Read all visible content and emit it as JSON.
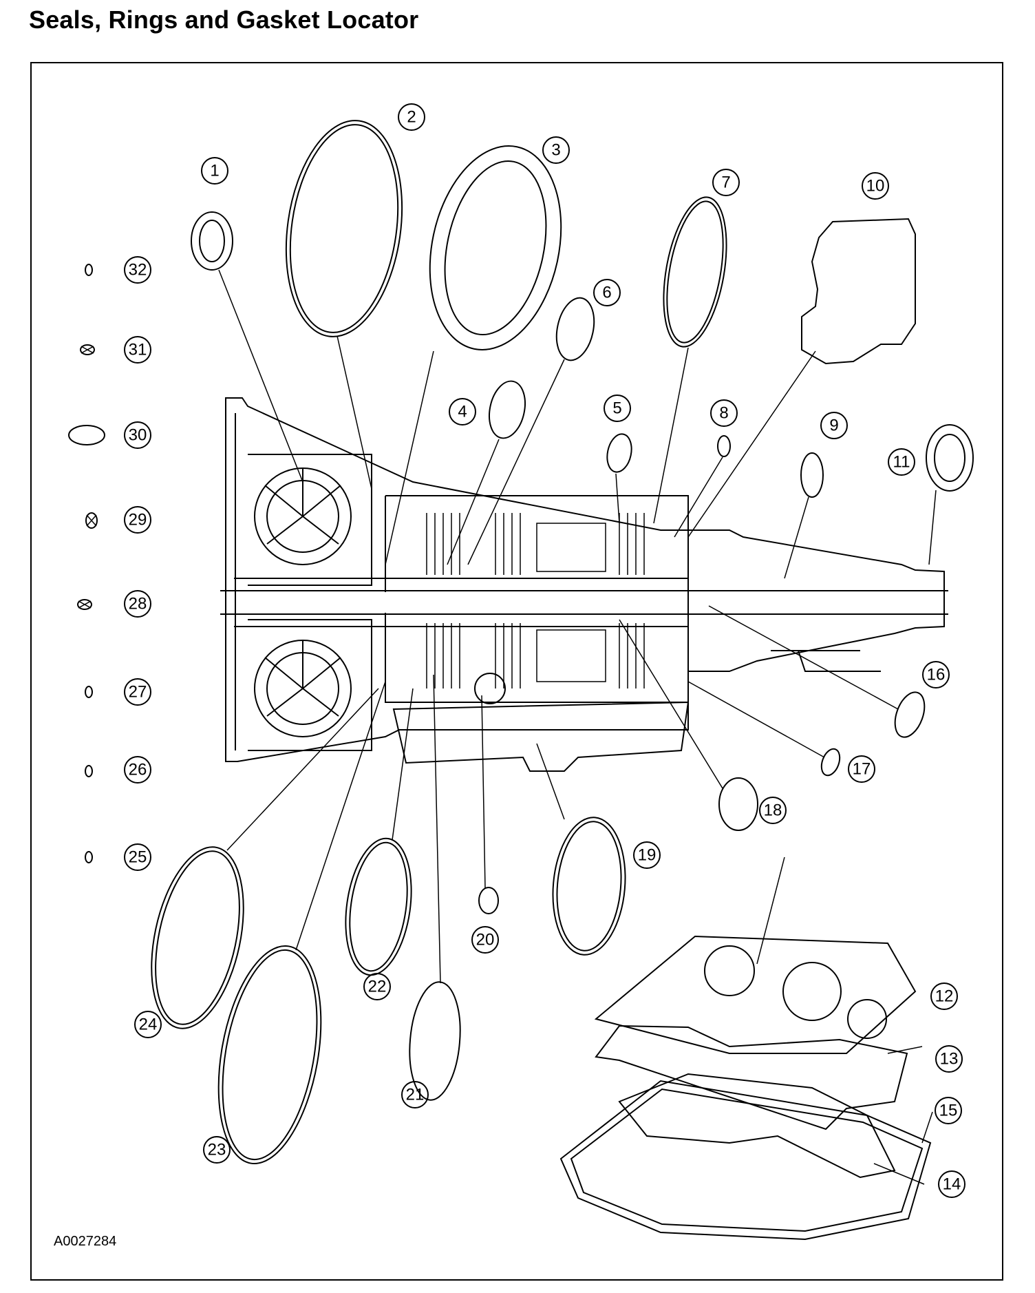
{
  "title": "Seals, Rings and Gasket Locator",
  "figure_id": "A0027284",
  "callouts": [
    {
      "id": "callout-1",
      "label": "1"
    },
    {
      "id": "callout-2",
      "label": "2"
    },
    {
      "id": "callout-3",
      "label": "3"
    },
    {
      "id": "callout-4",
      "label": "4"
    },
    {
      "id": "callout-5",
      "label": "5"
    },
    {
      "id": "callout-6",
      "label": "6"
    },
    {
      "id": "callout-7",
      "label": "7"
    },
    {
      "id": "callout-8",
      "label": "8"
    },
    {
      "id": "callout-9",
      "label": "9"
    },
    {
      "id": "callout-10",
      "label": "10"
    },
    {
      "id": "callout-11",
      "label": "11"
    },
    {
      "id": "callout-12",
      "label": "12"
    },
    {
      "id": "callout-13",
      "label": "13"
    },
    {
      "id": "callout-14",
      "label": "14"
    },
    {
      "id": "callout-15",
      "label": "15"
    },
    {
      "id": "callout-16",
      "label": "16"
    },
    {
      "id": "callout-17",
      "label": "17"
    },
    {
      "id": "callout-18",
      "label": "18"
    },
    {
      "id": "callout-19",
      "label": "19"
    },
    {
      "id": "callout-20",
      "label": "20"
    },
    {
      "id": "callout-21",
      "label": "21"
    },
    {
      "id": "callout-22",
      "label": "22"
    },
    {
      "id": "callout-23",
      "label": "23"
    },
    {
      "id": "callout-24",
      "label": "24"
    },
    {
      "id": "callout-25",
      "label": "25"
    },
    {
      "id": "callout-26",
      "label": "26"
    },
    {
      "id": "callout-27",
      "label": "27"
    },
    {
      "id": "callout-28",
      "label": "28"
    },
    {
      "id": "callout-29",
      "label": "29"
    },
    {
      "id": "callout-30",
      "label": "30"
    },
    {
      "id": "callout-31",
      "label": "31"
    },
    {
      "id": "callout-32",
      "label": "32"
    }
  ]
}
